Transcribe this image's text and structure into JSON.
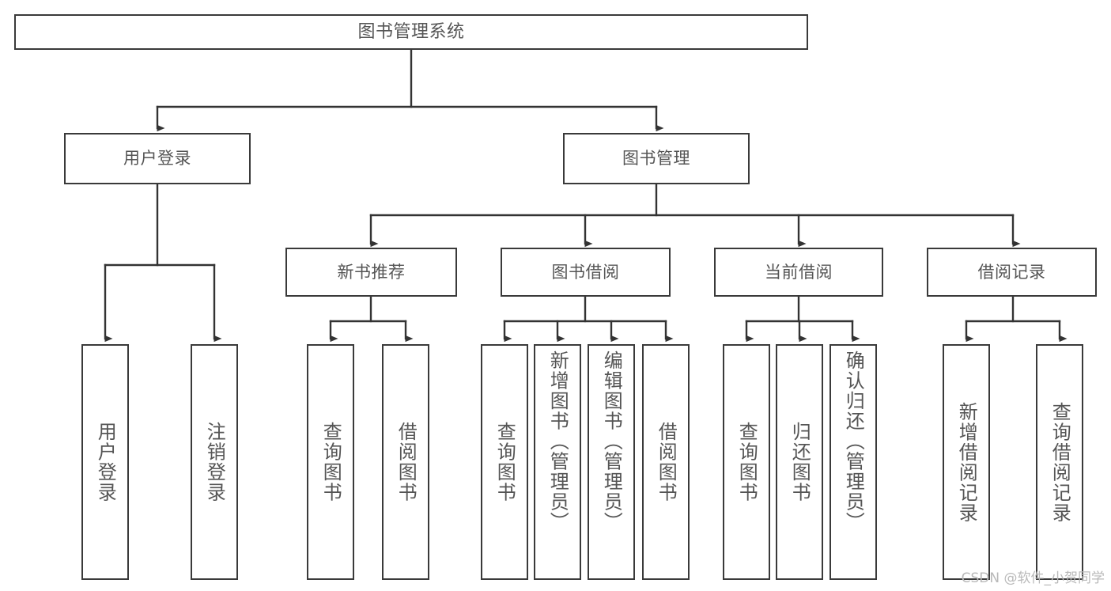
{
  "diagram": {
    "type": "tree",
    "title": "图书管理系统",
    "watermark": "CSDN @软件_小贺同学",
    "colors": {
      "box_border": "#3a3a3a",
      "box_fill": "#ffffff",
      "text": "#555555",
      "connector": "#333333",
      "watermark": "#b9b9b9",
      "background": "#ffffff"
    },
    "nodes": {
      "root": {
        "label": "图书管理系统"
      },
      "level2": [
        {
          "label": "用户登录"
        },
        {
          "label": "图书管理"
        }
      ],
      "level3": [
        {
          "label": "新书推荐"
        },
        {
          "label": "图书借阅"
        },
        {
          "label": "当前借阅"
        },
        {
          "label": "借阅记录"
        }
      ],
      "leaves": {
        "user_login": [
          {
            "label": "用户登录"
          },
          {
            "label": "注销登录"
          }
        ],
        "new_book_recommend": [
          {
            "label": "查询图书"
          },
          {
            "label": "借阅图书"
          }
        ],
        "book_borrow": [
          {
            "label": "查询图书"
          },
          {
            "label": "新增图书（管理员）"
          },
          {
            "label": "编辑图书（管理员）"
          },
          {
            "label": "借阅图书"
          }
        ],
        "current_borrow": [
          {
            "label": "查询图书"
          },
          {
            "label": "归还图书"
          },
          {
            "label": "确认归还（管理员）"
          }
        ],
        "borrow_record": [
          {
            "label": "新增借阅记录"
          },
          {
            "label": "查询借阅记录"
          }
        ]
      }
    }
  }
}
